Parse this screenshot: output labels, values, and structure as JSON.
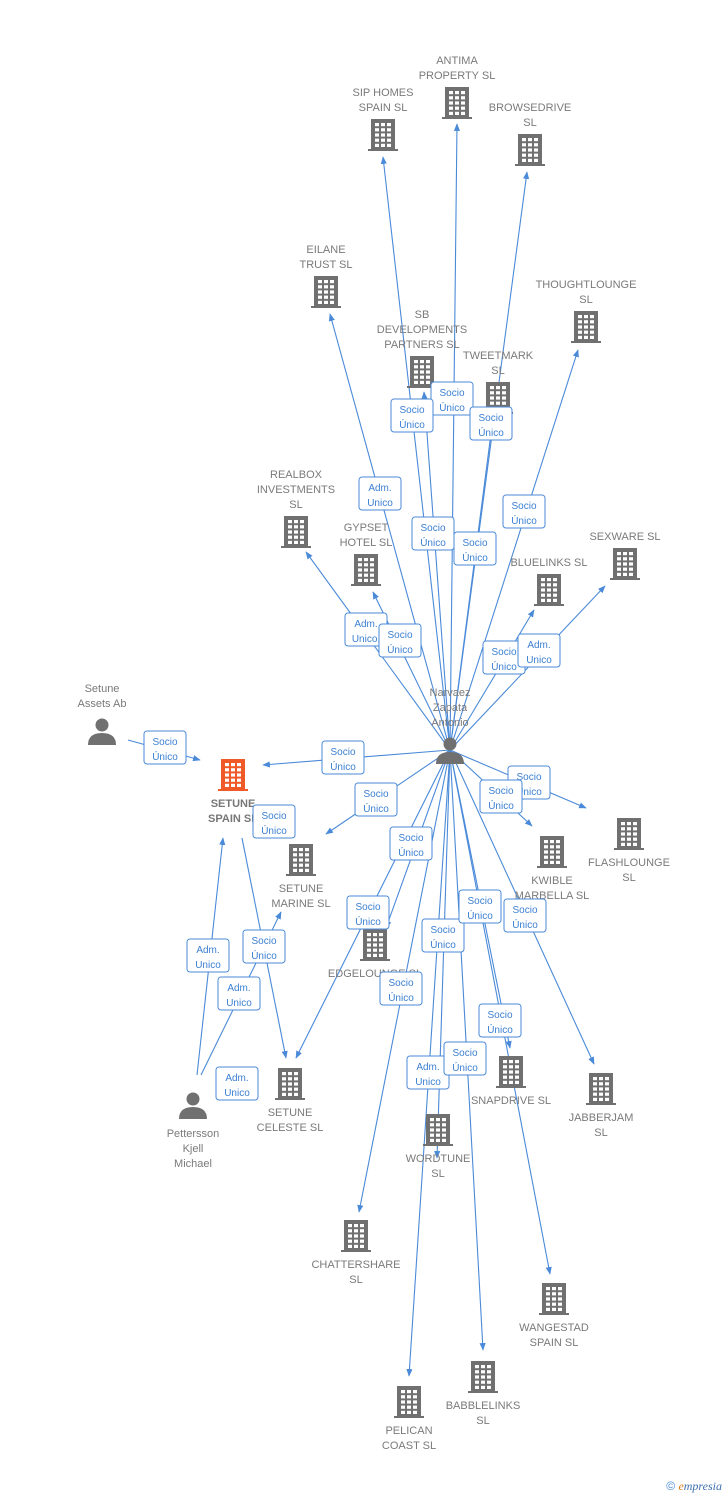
{
  "colors": {
    "edge": "#4a8ad8",
    "node": "#707070",
    "focus": "#f05a28",
    "label": "#7a7a7a"
  },
  "nodes": [
    {
      "id": "antima",
      "type": "company",
      "label": [
        "ANTIMA",
        "PROPERTY  SL"
      ]
    },
    {
      "id": "siphomes",
      "type": "company",
      "label": [
        "SIP HOMES",
        "SPAIN  SL"
      ]
    },
    {
      "id": "browsedrive",
      "type": "company",
      "label": [
        "BROWSEDRIVE",
        "SL"
      ]
    },
    {
      "id": "eilane",
      "type": "company",
      "label": [
        "EILANE",
        "TRUST  SL"
      ]
    },
    {
      "id": "thoughtlounge",
      "type": "company",
      "label": [
        "THOUGHTLOUNGE",
        "SL"
      ]
    },
    {
      "id": "sbdev",
      "type": "company",
      "label": [
        "SB",
        "DEVELOPMENTS",
        "PARTNERS  SL"
      ]
    },
    {
      "id": "tweetmark",
      "type": "company",
      "label": [
        "TWEETMARK",
        "SL"
      ]
    },
    {
      "id": "realbox",
      "type": "company",
      "label": [
        "REALBOX",
        "INVESTMENTS",
        "SL"
      ]
    },
    {
      "id": "gypset",
      "type": "company",
      "label": [
        "GYPSET",
        "HOTEL  SL"
      ]
    },
    {
      "id": "sexware",
      "type": "company",
      "label": [
        "SEXWARE SL"
      ]
    },
    {
      "id": "bluelinks",
      "type": "company",
      "label": [
        "BLUELINKS  SL"
      ]
    },
    {
      "id": "narvaez",
      "type": "person",
      "label": [
        "Narvaez",
        "Zapata",
        "Antonio"
      ]
    },
    {
      "id": "setuneassets",
      "type": "person",
      "label": [
        "Setune",
        "Assets Ab"
      ]
    },
    {
      "id": "setunespain",
      "type": "focus",
      "label": [
        "SETUNE",
        "SPAIN  SL"
      ]
    },
    {
      "id": "setunemarine",
      "type": "company",
      "label": [
        "SETUNE",
        "MARINE  SL"
      ]
    },
    {
      "id": "flashlounge",
      "type": "company",
      "label": [
        "FLASHLOUNGE",
        "SL"
      ]
    },
    {
      "id": "kwible",
      "type": "company",
      "label": [
        "KWIBLE",
        "MARBELLA  SL"
      ]
    },
    {
      "id": "edgelounge",
      "type": "company",
      "label": [
        "EDGELOUNGE SL"
      ]
    },
    {
      "id": "pettersson",
      "type": "person",
      "label": [
        "Pettersson",
        "Kjell",
        "Michael"
      ]
    },
    {
      "id": "setuneceleste",
      "type": "company",
      "label": [
        "SETUNE",
        "CELESTE  SL"
      ]
    },
    {
      "id": "snapdrive",
      "type": "company",
      "label": [
        "SNAPDRIVE  SL"
      ]
    },
    {
      "id": "jabberjam",
      "type": "company",
      "label": [
        "JABBERJAM",
        "SL"
      ]
    },
    {
      "id": "wordtune",
      "type": "company",
      "label": [
        "WORDTUNE",
        "SL"
      ]
    },
    {
      "id": "chattershare",
      "type": "company",
      "label": [
        "CHATTERSHARE",
        "SL"
      ]
    },
    {
      "id": "wangestad",
      "type": "company",
      "label": [
        "WANGESTAD",
        "SPAIN  SL"
      ]
    },
    {
      "id": "babblelinks",
      "type": "company",
      "label": [
        "BABBLELINKS",
        "SL"
      ]
    },
    {
      "id": "pelican",
      "type": "company",
      "label": [
        "PELICAN",
        "COAST SL"
      ]
    }
  ],
  "relations": [
    {
      "id": "r-adm-eilane",
      "lines": [
        "Adm.",
        "Unico"
      ]
    },
    {
      "id": "r-socio-sbdev",
      "lines": [
        "Socio",
        "Único"
      ]
    },
    {
      "id": "r-socio-antima",
      "lines": [
        "Socio",
        "Único"
      ]
    },
    {
      "id": "r-socio-tweetmark",
      "lines": [
        "Socio",
        "Único"
      ]
    },
    {
      "id": "r-socio-thoughtlounge",
      "lines": [
        "Socio",
        "Único"
      ]
    },
    {
      "id": "r-socio-siphomes",
      "lines": [
        "Socio",
        "Único"
      ]
    },
    {
      "id": "r-socio-browsedrive",
      "lines": [
        "Socio",
        "Único"
      ]
    },
    {
      "id": "r-adm-realbox",
      "lines": [
        "Adm.",
        "Unico,"
      ]
    },
    {
      "id": "r-socio-gypset",
      "lines": [
        "Socio",
        "Único"
      ]
    },
    {
      "id": "r-socio-bluelinks",
      "lines": [
        "Socio",
        "Único"
      ]
    },
    {
      "id": "r-adm-sexware",
      "lines": [
        "Adm.",
        "Unico"
      ]
    },
    {
      "id": "r-socio-setuneassets",
      "lines": [
        "Socio",
        "Único"
      ]
    },
    {
      "id": "r-socio-narvaez-setunespain",
      "lines": [
        "Socio",
        "Único"
      ]
    },
    {
      "id": "r-socio-setunemarine",
      "lines": [
        "Socio",
        "Único"
      ]
    },
    {
      "id": "r-socio-flashlounge",
      "lines": [
        "Socio",
        "Único"
      ]
    },
    {
      "id": "r-socio-kwible",
      "lines": [
        "Socio",
        "Único"
      ]
    },
    {
      "id": "r-socio-setunespain-celeste",
      "lines": [
        "Socio",
        "Único"
      ]
    },
    {
      "id": "r-socio-edgelounge",
      "lines": [
        "Socio",
        "Único"
      ]
    },
    {
      "id": "r-socio-celeste-narvaez",
      "lines": [
        "Socio",
        "Único"
      ]
    },
    {
      "id": "r-socio-wordtune",
      "lines": [
        "Socio",
        "Único"
      ]
    },
    {
      "id": "r-socio-babblelinks",
      "lines": [
        "Socio",
        "Único"
      ]
    },
    {
      "id": "r-socio-jabberjam",
      "lines": [
        "Socio",
        "Único"
      ]
    },
    {
      "id": "r-adm-pettersson-spain",
      "lines": [
        "Adm.",
        "Unico"
      ]
    },
    {
      "id": "r-socio-pettersson-marine",
      "lines": [
        "Socio",
        "Único"
      ]
    },
    {
      "id": "r-adm-pettersson-marine",
      "lines": [
        "Adm.",
        "Unico"
      ]
    },
    {
      "id": "r-socio-chattershare",
      "lines": [
        "Socio",
        "Único"
      ]
    },
    {
      "id": "r-socio-wangestad",
      "lines": [
        "Socio",
        "Único"
      ]
    },
    {
      "id": "r-adm-pelican",
      "lines": [
        "Adm.",
        "Unico"
      ]
    },
    {
      "id": "r-socio-snapdrive",
      "lines": [
        "Socio",
        "Único"
      ]
    },
    {
      "id": "r-adm-pettersson-celeste",
      "lines": [
        "Adm.",
        "Unico"
      ]
    }
  ],
  "footer": {
    "copyright": "©",
    "brand_initial": "e",
    "brand_rest": "mpresia"
  }
}
